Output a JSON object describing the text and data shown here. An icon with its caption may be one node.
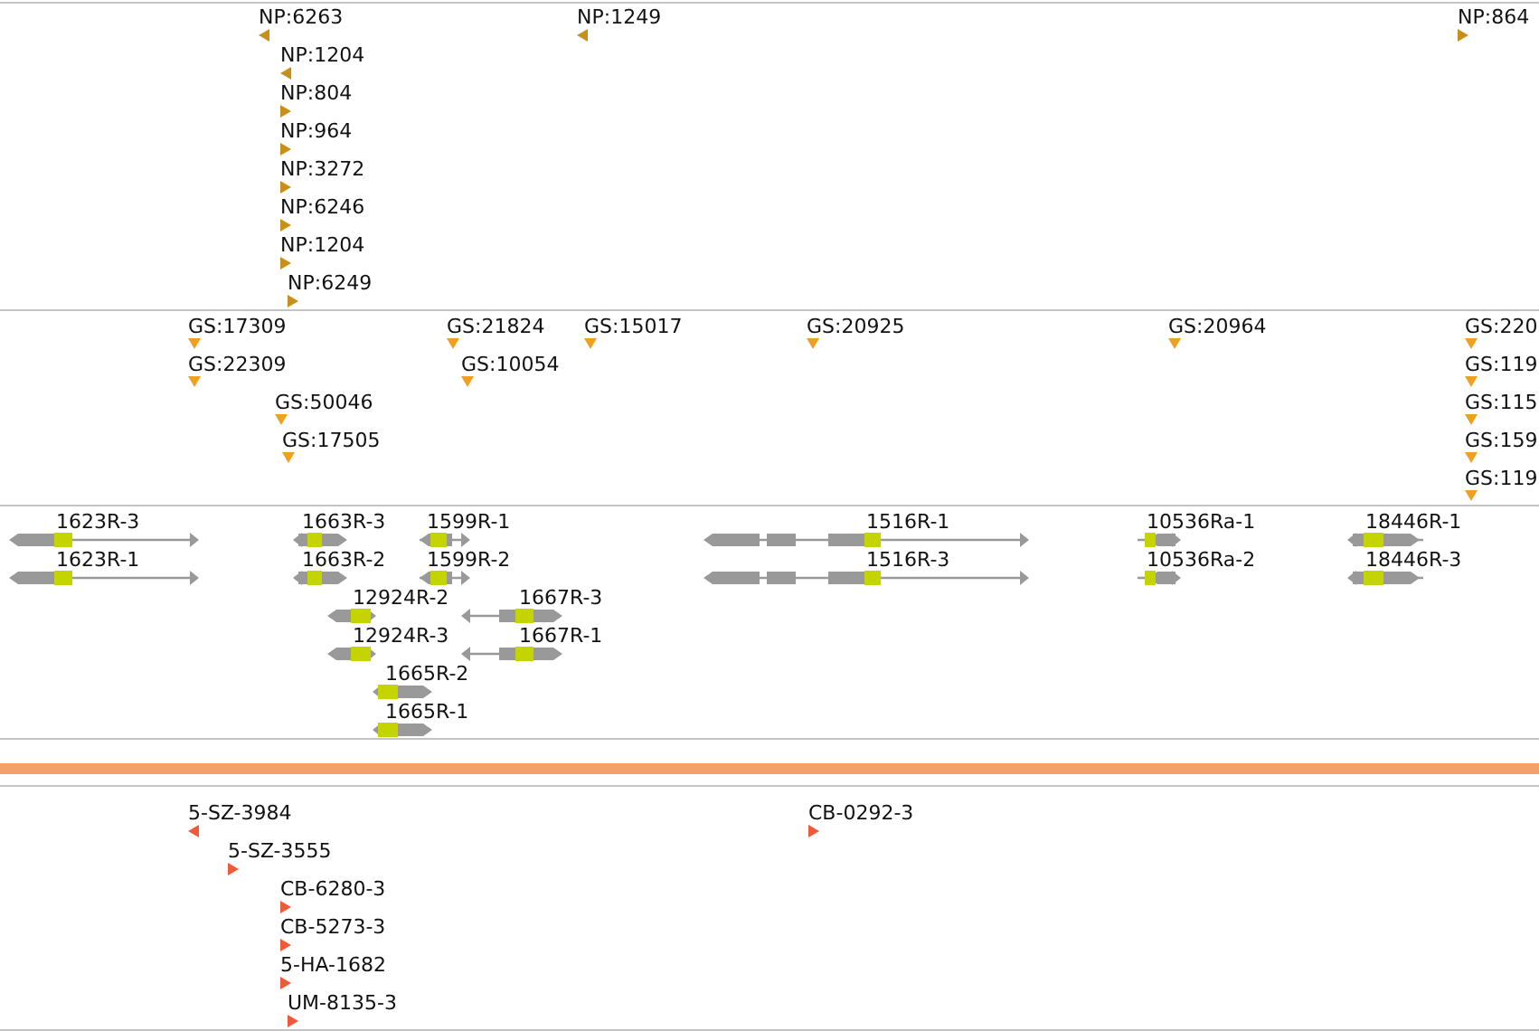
{
  "diagram": {
    "labels": [
      "NP:6263",
      "NP:1249",
      "NP:864",
      "NP:1204",
      "NP:804",
      "NP:964",
      "NP:3272",
      "NP:6246",
      "NP:1204",
      "NP:6249",
      "GS:17309",
      "GS:21824",
      "GS:15017",
      "GS:20925",
      "GS:20964",
      "GS:220",
      "GS:22309",
      "GS:10054",
      "GS:119",
      "GS:50046",
      "GS:115",
      "GS:17505",
      "GS:159",
      "GS:119",
      "1623R-3",
      "1663R-3",
      "1599R-1",
      "1516R-1",
      "10536Ra-1",
      "18446R-1",
      "1623R-1",
      "1663R-2",
      "1599R-2",
      "1516R-3",
      "10536Ra-2",
      "18446R-3",
      "12924R-2",
      "1667R-3",
      "12924R-3",
      "1667R-1",
      "1665R-2",
      "1665R-1",
      "5-SZ-3984",
      "CB-0292-3",
      "5-SZ-3555",
      "CB-6280-3",
      "CB-5273-3",
      "5-HA-1682",
      "UM-8135-3"
    ]
  }
}
